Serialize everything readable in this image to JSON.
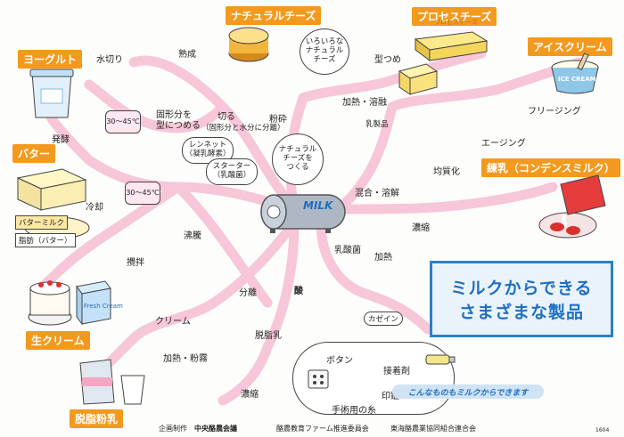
{
  "headline": {
    "line1": "ミルクからできる",
    "line2": "さまざまな製品"
  },
  "products": {
    "natural_cheese": "ナチュラルチーズ",
    "processed_cheese": "プロセスチーズ",
    "ice_cream": "アイスクリーム",
    "yogurt": "ヨーグルト",
    "butter": "バター",
    "condensed_milk": "練乳（コンデンスミルク）",
    "fresh_cream": "生クリーム",
    "skim_milk_powder": "脱脂粉乳"
  },
  "steps": {
    "dewatering": "水切り",
    "ripening": "熟成",
    "mold": "固形分を\n型につめる",
    "cut": "切る",
    "cut_note": "（固形分と水分に分離）",
    "various_cheese": "いろいろな\nナチュラル\nチーズ",
    "pulverize": "粉砕",
    "pack": "型つめ",
    "heat_dissolve": "加熱・溶融",
    "freezing": "フリージング",
    "aging": "エージング",
    "emulsifier": "乳製品",
    "mix_dissolve": "混合・溶解",
    "homogenize": "均質化",
    "ferment": "発酵",
    "temp1": "30〜45℃",
    "temp2": "30〜45℃",
    "rennet": "レンネット\n（凝乳酵素）",
    "starter": "スターター\n（乳酸菌）",
    "make_cheese": "ナチュラル\nチーズを\nつくる",
    "cooling": "冷却",
    "boiling": "沸騰",
    "butter_milk": "バターミルク",
    "butter_fat": "脂肪（バター）",
    "churning": "攪拌",
    "separation": "分離",
    "cream": "クリーム",
    "skim_milk": "脱脂乳",
    "heat_powder": "加熱・粉霧",
    "concentrate1": "濃縮",
    "concentrate2": "濃縮",
    "lactic_bacteria": "乳酸菌",
    "heating": "加熱",
    "acid": "酸",
    "casein": "カゼイン",
    "button": "ボタン",
    "adhesive": "接着剤",
    "seal": "印鑑",
    "hand_thread": "手術用の糸",
    "tank_label": "MILK",
    "fresh_cream_box": "Fresh Cream",
    "ice_cream_cup": "ICE CREAM",
    "processed_box": "プロセスチーズ"
  },
  "banner": "こんなものもミルクからできます",
  "footer": {
    "producer": "企画制作",
    "org1": "中央酪農会議",
    "org2": "酪農教育ファーム推進委員会",
    "org3": "東海酪農業協同組合連合会",
    "code": "1604"
  },
  "colors": {
    "tag": "#f39a1e",
    "path": "#f7c6d9",
    "title_border": "#2c80c9",
    "title_text": "#1f6fc0"
  }
}
